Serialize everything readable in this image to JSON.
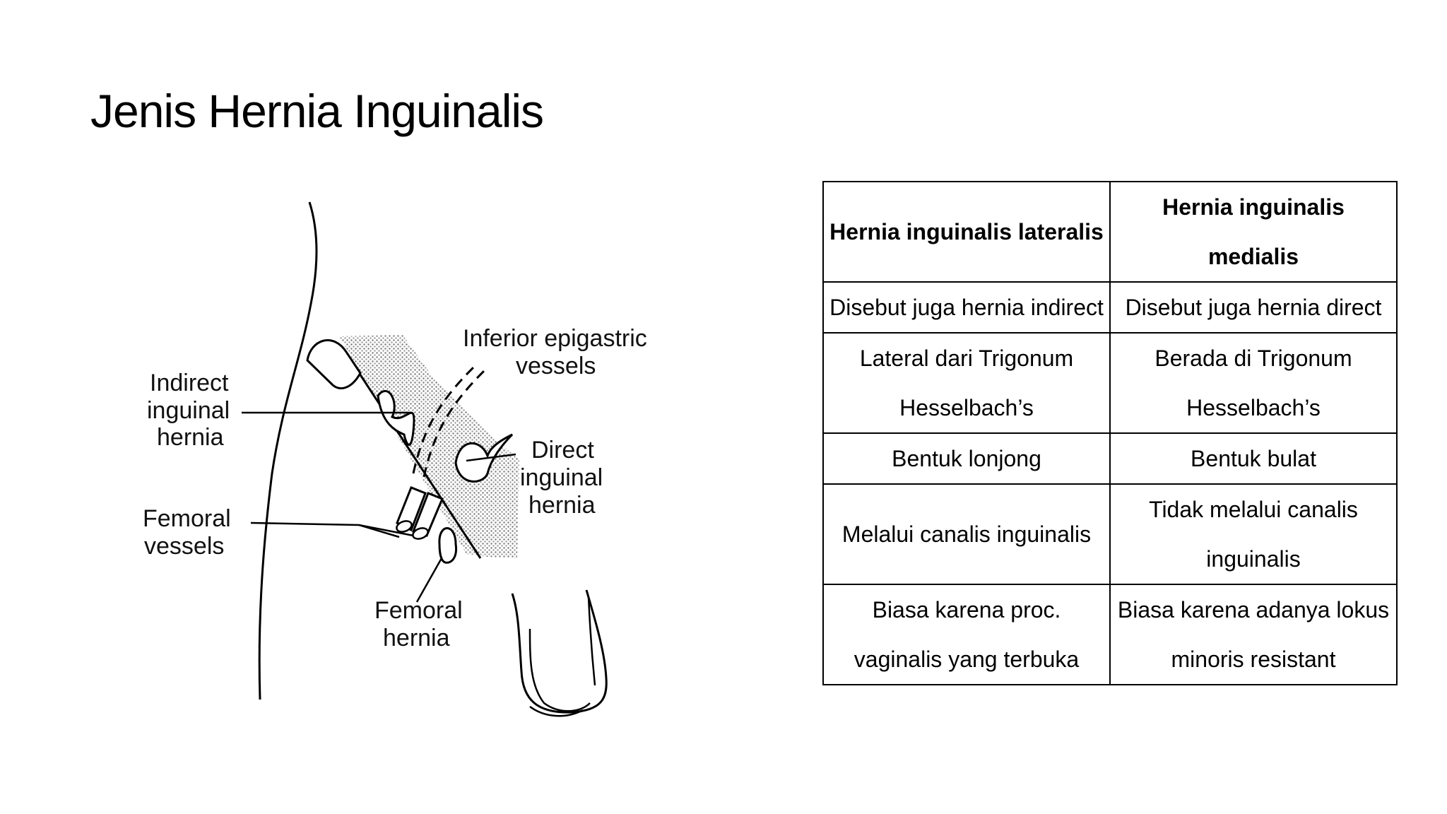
{
  "slide": {
    "title": "Jenis Hernia Inguinalis"
  },
  "figure": {
    "labels": {
      "indirect_1": "Indirect",
      "indirect_2": "inguinal",
      "indirect_3": "hernia",
      "epigastric_1": "Inferior epigastric",
      "epigastric_2": "vessels",
      "direct_1": "Direct",
      "direct_2": "inguinal",
      "direct_3": "hernia",
      "fem_vessels_1": "Femoral",
      "fem_vessels_2": "vessels",
      "fem_hernia_1": "Femoral",
      "fem_hernia_2": "hernia"
    }
  },
  "table": {
    "headers": [
      "Hernia inguinalis lateralis",
      "Hernia inguinalis medialis"
    ],
    "rows": [
      [
        "Disebut juga hernia indirect",
        "Disebut juga hernia direct"
      ],
      [
        "Lateral dari Trigonum Hesselbach’s",
        "Berada di Trigonum Hesselbach’s"
      ],
      [
        "Bentuk lonjong",
        "Bentuk bulat"
      ],
      [
        "Melalui canalis inguinalis",
        "Tidak melalui canalis inguinalis"
      ],
      [
        "Biasa karena proc. vaginalis yang terbuka",
        "Biasa karena adanya lokus minoris resistant"
      ]
    ]
  }
}
